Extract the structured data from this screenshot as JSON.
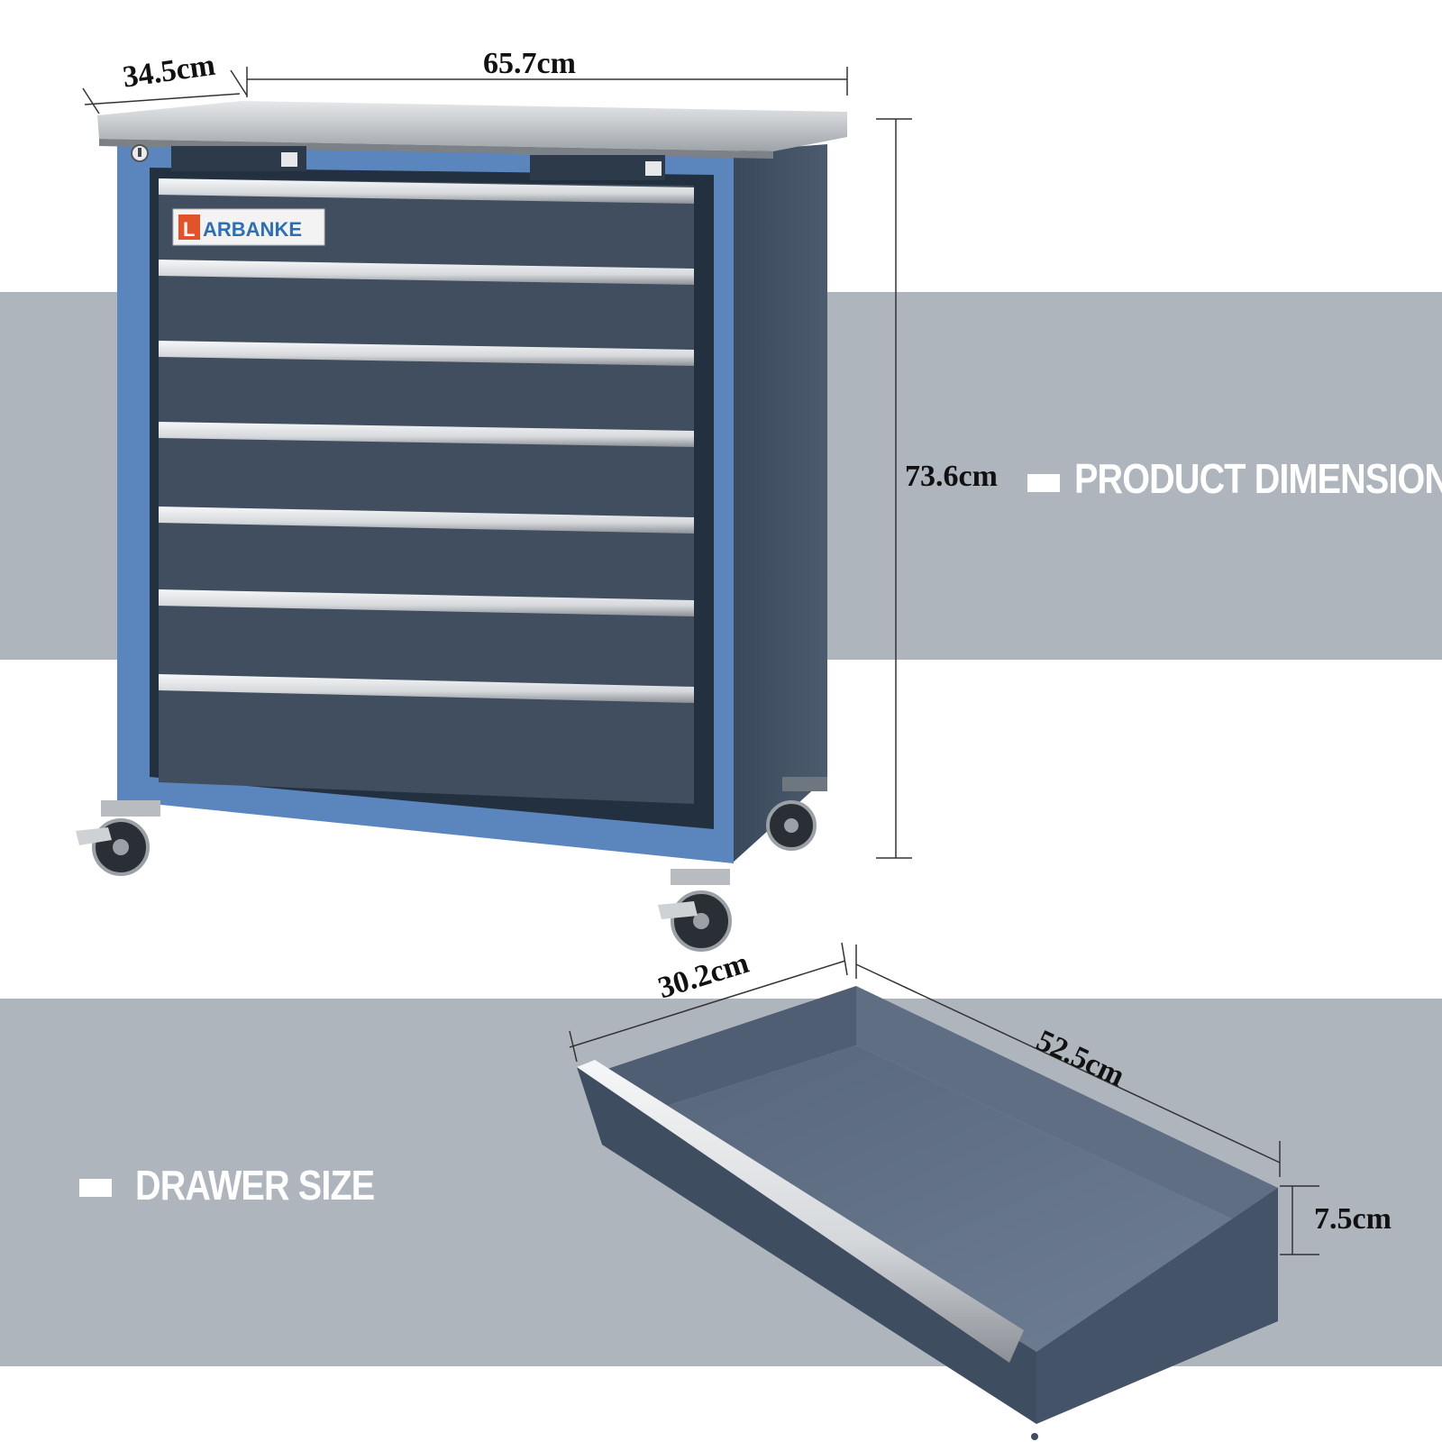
{
  "colors": {
    "band": "#aeb5bd",
    "frame_blue": "#5b85bd",
    "drawer_front": "#414e5f",
    "top_steel": "#c9ccd0",
    "heading_text": "#ffffff"
  },
  "brand": {
    "name": "ARBANKE",
    "logo_letter": "L"
  },
  "cabinet": {
    "width_label": "65.7cm",
    "depth_label": "34.5cm",
    "height_label": "73.6cm",
    "drawer_count": 7
  },
  "sections": {
    "product_heading": "PRODUCT DIMENSION",
    "drawer_heading": "DRAWER SIZE"
  },
  "drawer": {
    "width_label": "30.2cm",
    "length_label": "52.5cm",
    "height_label": "7.5cm"
  }
}
